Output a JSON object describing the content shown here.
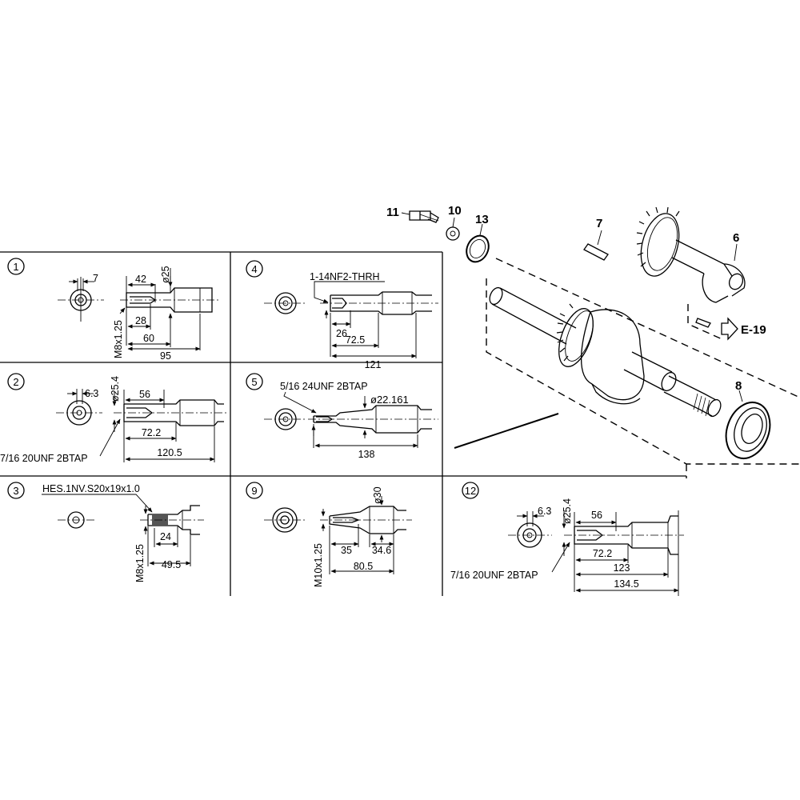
{
  "callouts": {
    "p11": "11",
    "p10": "10",
    "p13": "13",
    "p7": "7",
    "p6": "6",
    "p8": "8",
    "ref": "E-19"
  },
  "panels": {
    "p1": {
      "num": "1",
      "d_key": "7",
      "d_42": "42",
      "d_dia": "ø25",
      "d_28": "28",
      "d_60": "60",
      "d_95": "95",
      "thread": "M8x1.25"
    },
    "p4": {
      "num": "4",
      "thread": "1-14NF2-THRH",
      "d_26": "26",
      "d_725": "72.5",
      "d_121": "121"
    },
    "p2": {
      "num": "2",
      "d_key": "6.3",
      "d_dia": "ø25.4",
      "d_56": "56",
      "d_722": "72.2",
      "d_1205": "120.5",
      "thread": "7/16 20UNF 2BTAP"
    },
    "p5": {
      "num": "5",
      "thread": "5/16 24UNF 2BTAP",
      "d_dia": "ø22.161",
      "d_138": "138"
    },
    "p3": {
      "num": "3",
      "thread_top": "HES.1NV.S20x19x1.0",
      "d_24": "24",
      "d_495": "49.5",
      "thread": "M8x1.25"
    },
    "p9": {
      "num": "9",
      "d_dia": "ø30",
      "d_35": "35",
      "d_346": "34.6",
      "d_805": "80.5",
      "thread": "M10x1.25"
    },
    "p12": {
      "num": "12",
      "d_key": "6.3",
      "d_dia": "ø25.4",
      "d_56": "56",
      "d_722": "72.2",
      "d_123": "123",
      "d_1345": "134.5",
      "thread": "7/16 20UNF 2BTAP"
    }
  }
}
